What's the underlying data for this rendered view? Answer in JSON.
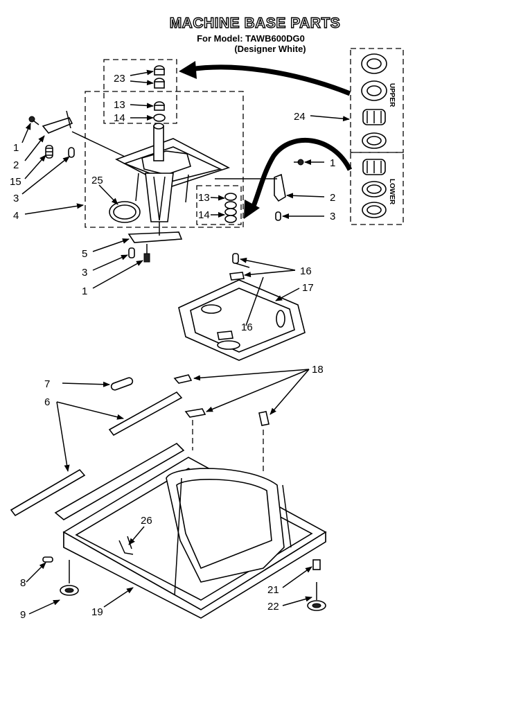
{
  "header": {
    "title": "MACHINE BASE PARTS",
    "model_line": "For Model: TAWB600DG0",
    "color_line": "(Designer White)"
  },
  "groups": {
    "upper": "UPPER",
    "lower": "LOWER"
  },
  "callouts": [
    {
      "id": "c23",
      "label": "23"
    },
    {
      "id": "c13a",
      "label": "13"
    },
    {
      "id": "c14a",
      "label": "14"
    },
    {
      "id": "c1a",
      "label": "1"
    },
    {
      "id": "c2a",
      "label": "2"
    },
    {
      "id": "c15",
      "label": "15"
    },
    {
      "id": "c3a",
      "label": "3"
    },
    {
      "id": "c4",
      "label": "4"
    },
    {
      "id": "c25",
      "label": "25"
    },
    {
      "id": "c24",
      "label": "24"
    },
    {
      "id": "c1b",
      "label": "1"
    },
    {
      "id": "c2b",
      "label": "2"
    },
    {
      "id": "c3b",
      "label": "3"
    },
    {
      "id": "c13b",
      "label": "13"
    },
    {
      "id": "c14b",
      "label": "14"
    },
    {
      "id": "c5",
      "label": "5"
    },
    {
      "id": "c3c",
      "label": "3"
    },
    {
      "id": "c1c",
      "label": "1"
    },
    {
      "id": "c16a",
      "label": "16"
    },
    {
      "id": "c17",
      "label": "17"
    },
    {
      "id": "c16b",
      "label": "16"
    },
    {
      "id": "c7",
      "label": "7"
    },
    {
      "id": "c18",
      "label": "18"
    },
    {
      "id": "c6",
      "label": "6"
    },
    {
      "id": "c26",
      "label": "26"
    },
    {
      "id": "c8",
      "label": "8"
    },
    {
      "id": "c9",
      "label": "9"
    },
    {
      "id": "c19",
      "label": "19"
    },
    {
      "id": "c21",
      "label": "21"
    },
    {
      "id": "c22",
      "label": "22"
    }
  ]
}
